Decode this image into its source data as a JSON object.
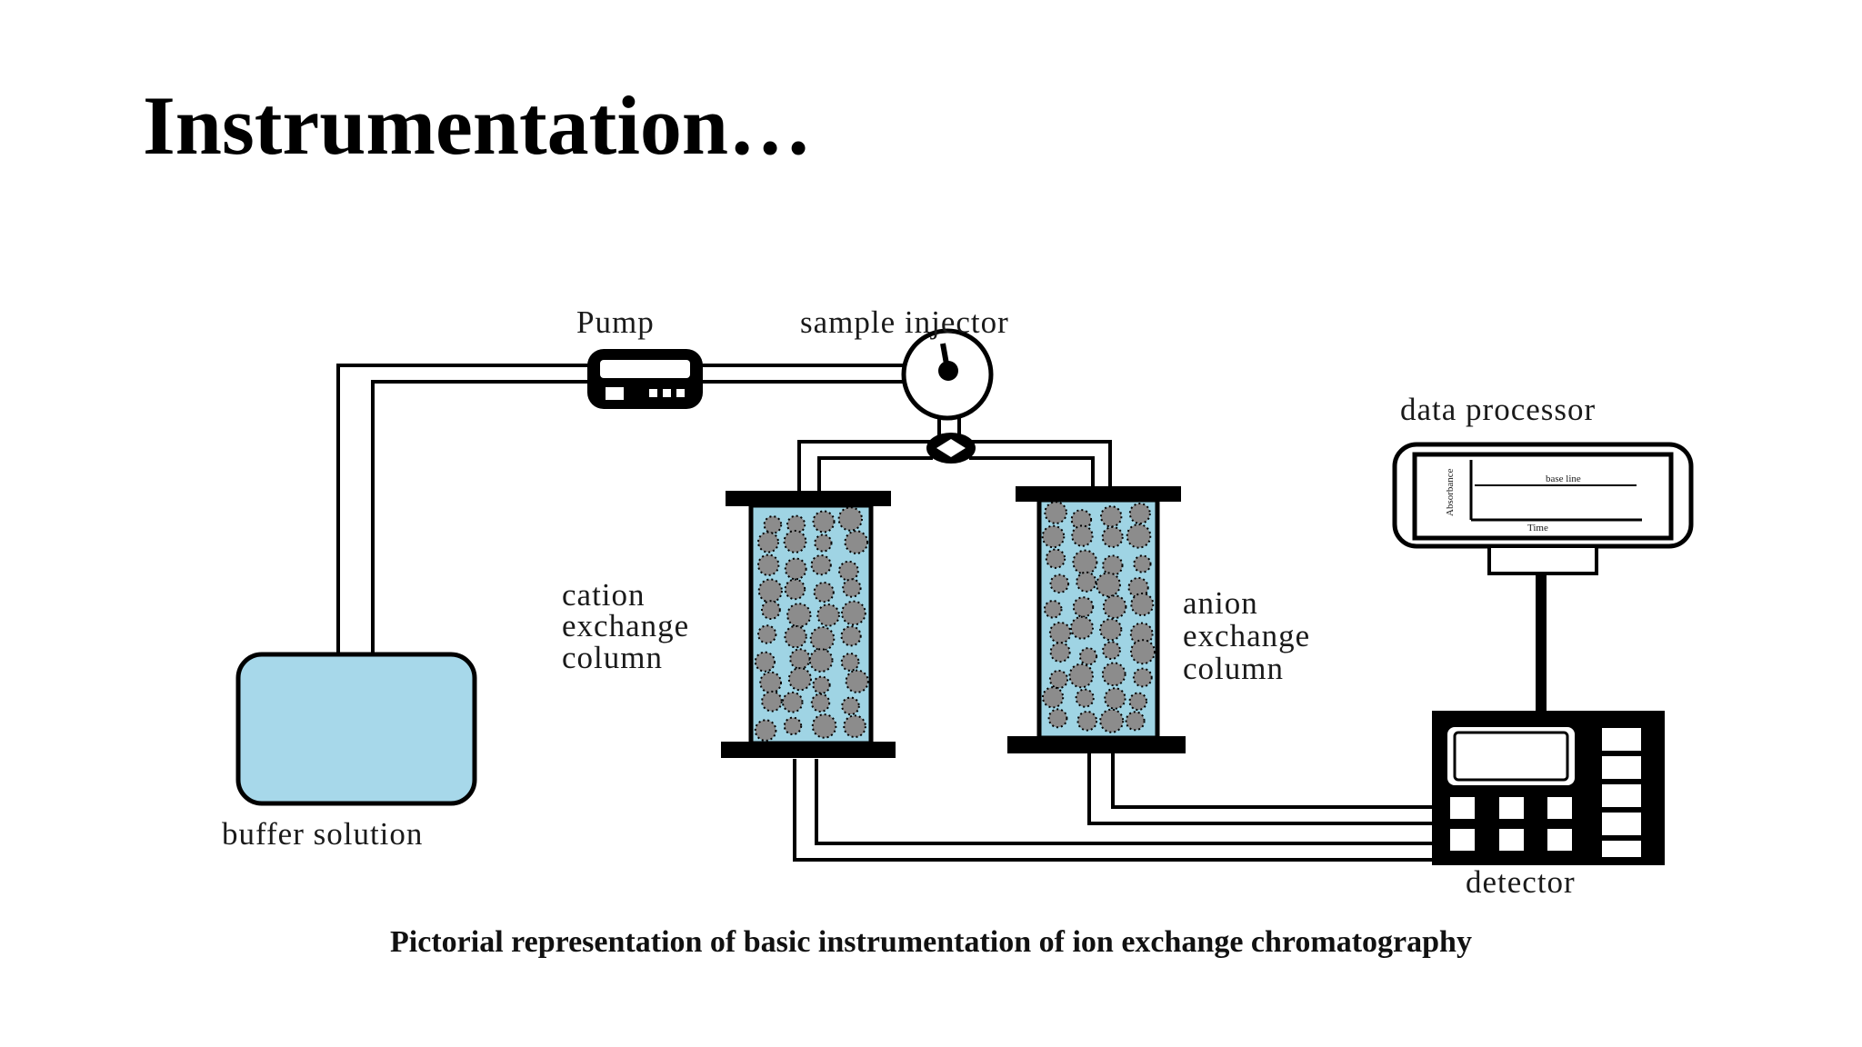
{
  "slide": {
    "title": "Instrumentation…",
    "caption": "Pictorial representation of basic instrumentation of ion exchange chromatography"
  },
  "diagram": {
    "labels": {
      "pump": "Pump",
      "sample_injector": "sample injector",
      "data_processor": "data processor",
      "cation_column": [
        "cation",
        "exchange",
        "column"
      ],
      "anion_column": [
        "anion",
        "exchange",
        "column"
      ],
      "buffer_solution": "buffer solution",
      "detector": "detector"
    },
    "screen_labels": {
      "y_axis": "Absorbance",
      "base_line": "base line",
      "x_axis": "Time"
    },
    "colors": {
      "buffer_fill": "#a7d8ea",
      "column_fill": "#9fd4e4",
      "bead_color": "#8c8c8c",
      "line_color": "#000000"
    }
  }
}
